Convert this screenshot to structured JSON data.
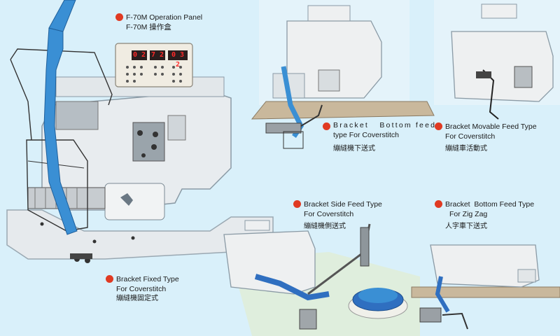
{
  "colors": {
    "background": "#d9f0fa",
    "machine": "#e8ecef",
    "machine_outline": "#8a9aa5",
    "belt_blue": "#3a8fd4",
    "roller_blue": "#2f6fc0",
    "bullet_red": "#e03a22",
    "panel_digit": "#d81e1e"
  },
  "panel": {
    "title_en": "F-70M Operation Panel",
    "title_zh": "F-70M 操作盒",
    "digits": [
      "0 2",
      "7 2",
      "0 3 2"
    ]
  },
  "products": [
    {
      "en1": "Bracket Fixed Type",
      "en2": "For Coverstitch",
      "zh": "繃縫機固定式"
    },
    {
      "en1": "Bracket   Bottom feed",
      "en2": "type For Coverstitch",
      "zh": "繃縫機下送式"
    },
    {
      "en1": "Bracket Movable Feed Type",
      "en2": "For Coverstitch",
      "zh": "繃縫車活動式"
    },
    {
      "en1": "Bracket Side Feed Type",
      "en2": "For Coverstitch",
      "zh": "繃縫機側送式"
    },
    {
      "en1": "Bracket  Bottom Feed Type",
      "en2": "For Zig Zag",
      "zh": "人字車下送式"
    }
  ]
}
